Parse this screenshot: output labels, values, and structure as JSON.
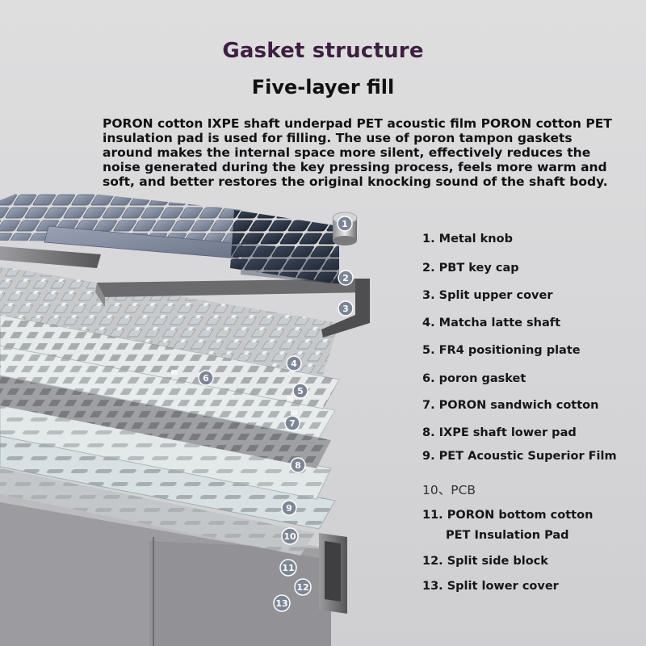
{
  "header": {
    "title": "Gasket structure",
    "subtitle": "Five-layer fill",
    "description": "PORON cotton IXPE shaft underpad PET acoustic film PORON cotton PET insulation pad is used for filling. The use of poron tampon gaskets around makes the internal space more silent, effectively reduces the noise generated during the key pressing process, feels more warm and soft, and better restores the original knocking sound of the shaft body."
  },
  "legend": [
    {
      "line1": "1. Metal knob"
    },
    {
      "line1": "2. PBT key cap"
    },
    {
      "line1": "3. Split upper cover"
    },
    {
      "line1": "4. Matcha latte shaft"
    },
    {
      "line1": "5. FR4 positioning plate"
    },
    {
      "line1": "6. poron gasket"
    },
    {
      "line1": "7. PORON sandwich cotton"
    },
    {
      "line1": "8. IXPE shaft lower pad"
    },
    {
      "line1": "9. PET Acoustic Superior Film"
    },
    {
      "line1": "10、PCB"
    },
    {
      "line1": "11. PORON bottom cotton",
      "line2": "PET Insulation Pad"
    },
    {
      "line1": "12. Split side block"
    },
    {
      "line1": "13. Split lower cover"
    }
  ],
  "badges": [
    "1",
    "2",
    "3",
    "4",
    "5",
    "6",
    "7",
    "8",
    "9",
    "10",
    "11",
    "12",
    "13"
  ],
  "colors": {
    "title": "#3d2040",
    "keycap_light": "#8b93a6",
    "keycap_dark": "#2f3a4d",
    "frame": "#6f6f72",
    "badge": "#7c8594"
  }
}
